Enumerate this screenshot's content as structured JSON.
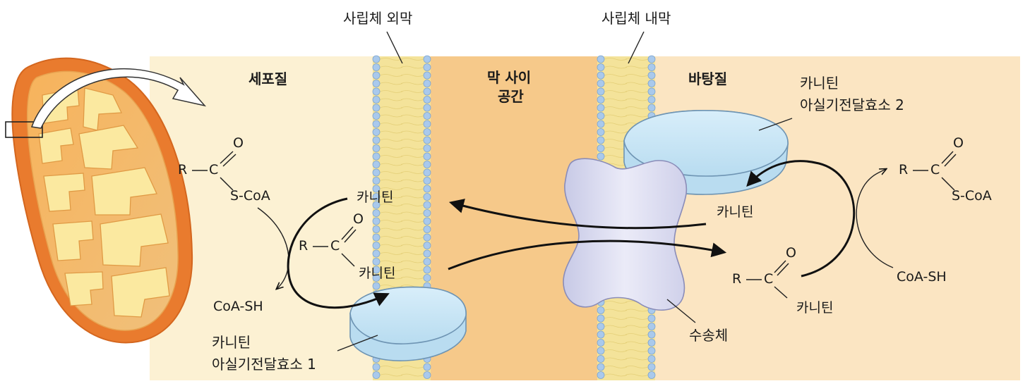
{
  "labels": {
    "outer_membrane": "사립체 외막",
    "inner_membrane": "사립체 내막",
    "cytosol": "세포질",
    "intermembrane_line1": "막 사이",
    "intermembrane_line2": "공간",
    "matrix": "바탕질",
    "enzyme1_line1": "카니틴",
    "enzyme1_line2": "아실기전달효소 1",
    "enzyme2_line1": "카니틴",
    "enzyme2_line2": "아실기전달효소 2",
    "transporter": "수송체"
  },
  "chemistry": {
    "R": "R",
    "C": "C",
    "O": "O",
    "S_CoA": "S-CoA",
    "CoA_SH": "CoA-SH",
    "carnitine": "카니틴"
  },
  "colors": {
    "cytosol_bg": "#fcf1d3",
    "intermembrane_bg": "#f6c98a",
    "matrix_bg": "#fbe5c2",
    "membrane_core": "#f4e39a",
    "lipid_head": "#a9c9ec",
    "enzyme_fill": "#cde7f6",
    "transporter_fill": "#dedff2",
    "mito_outer": "#ec8a3a"
  }
}
